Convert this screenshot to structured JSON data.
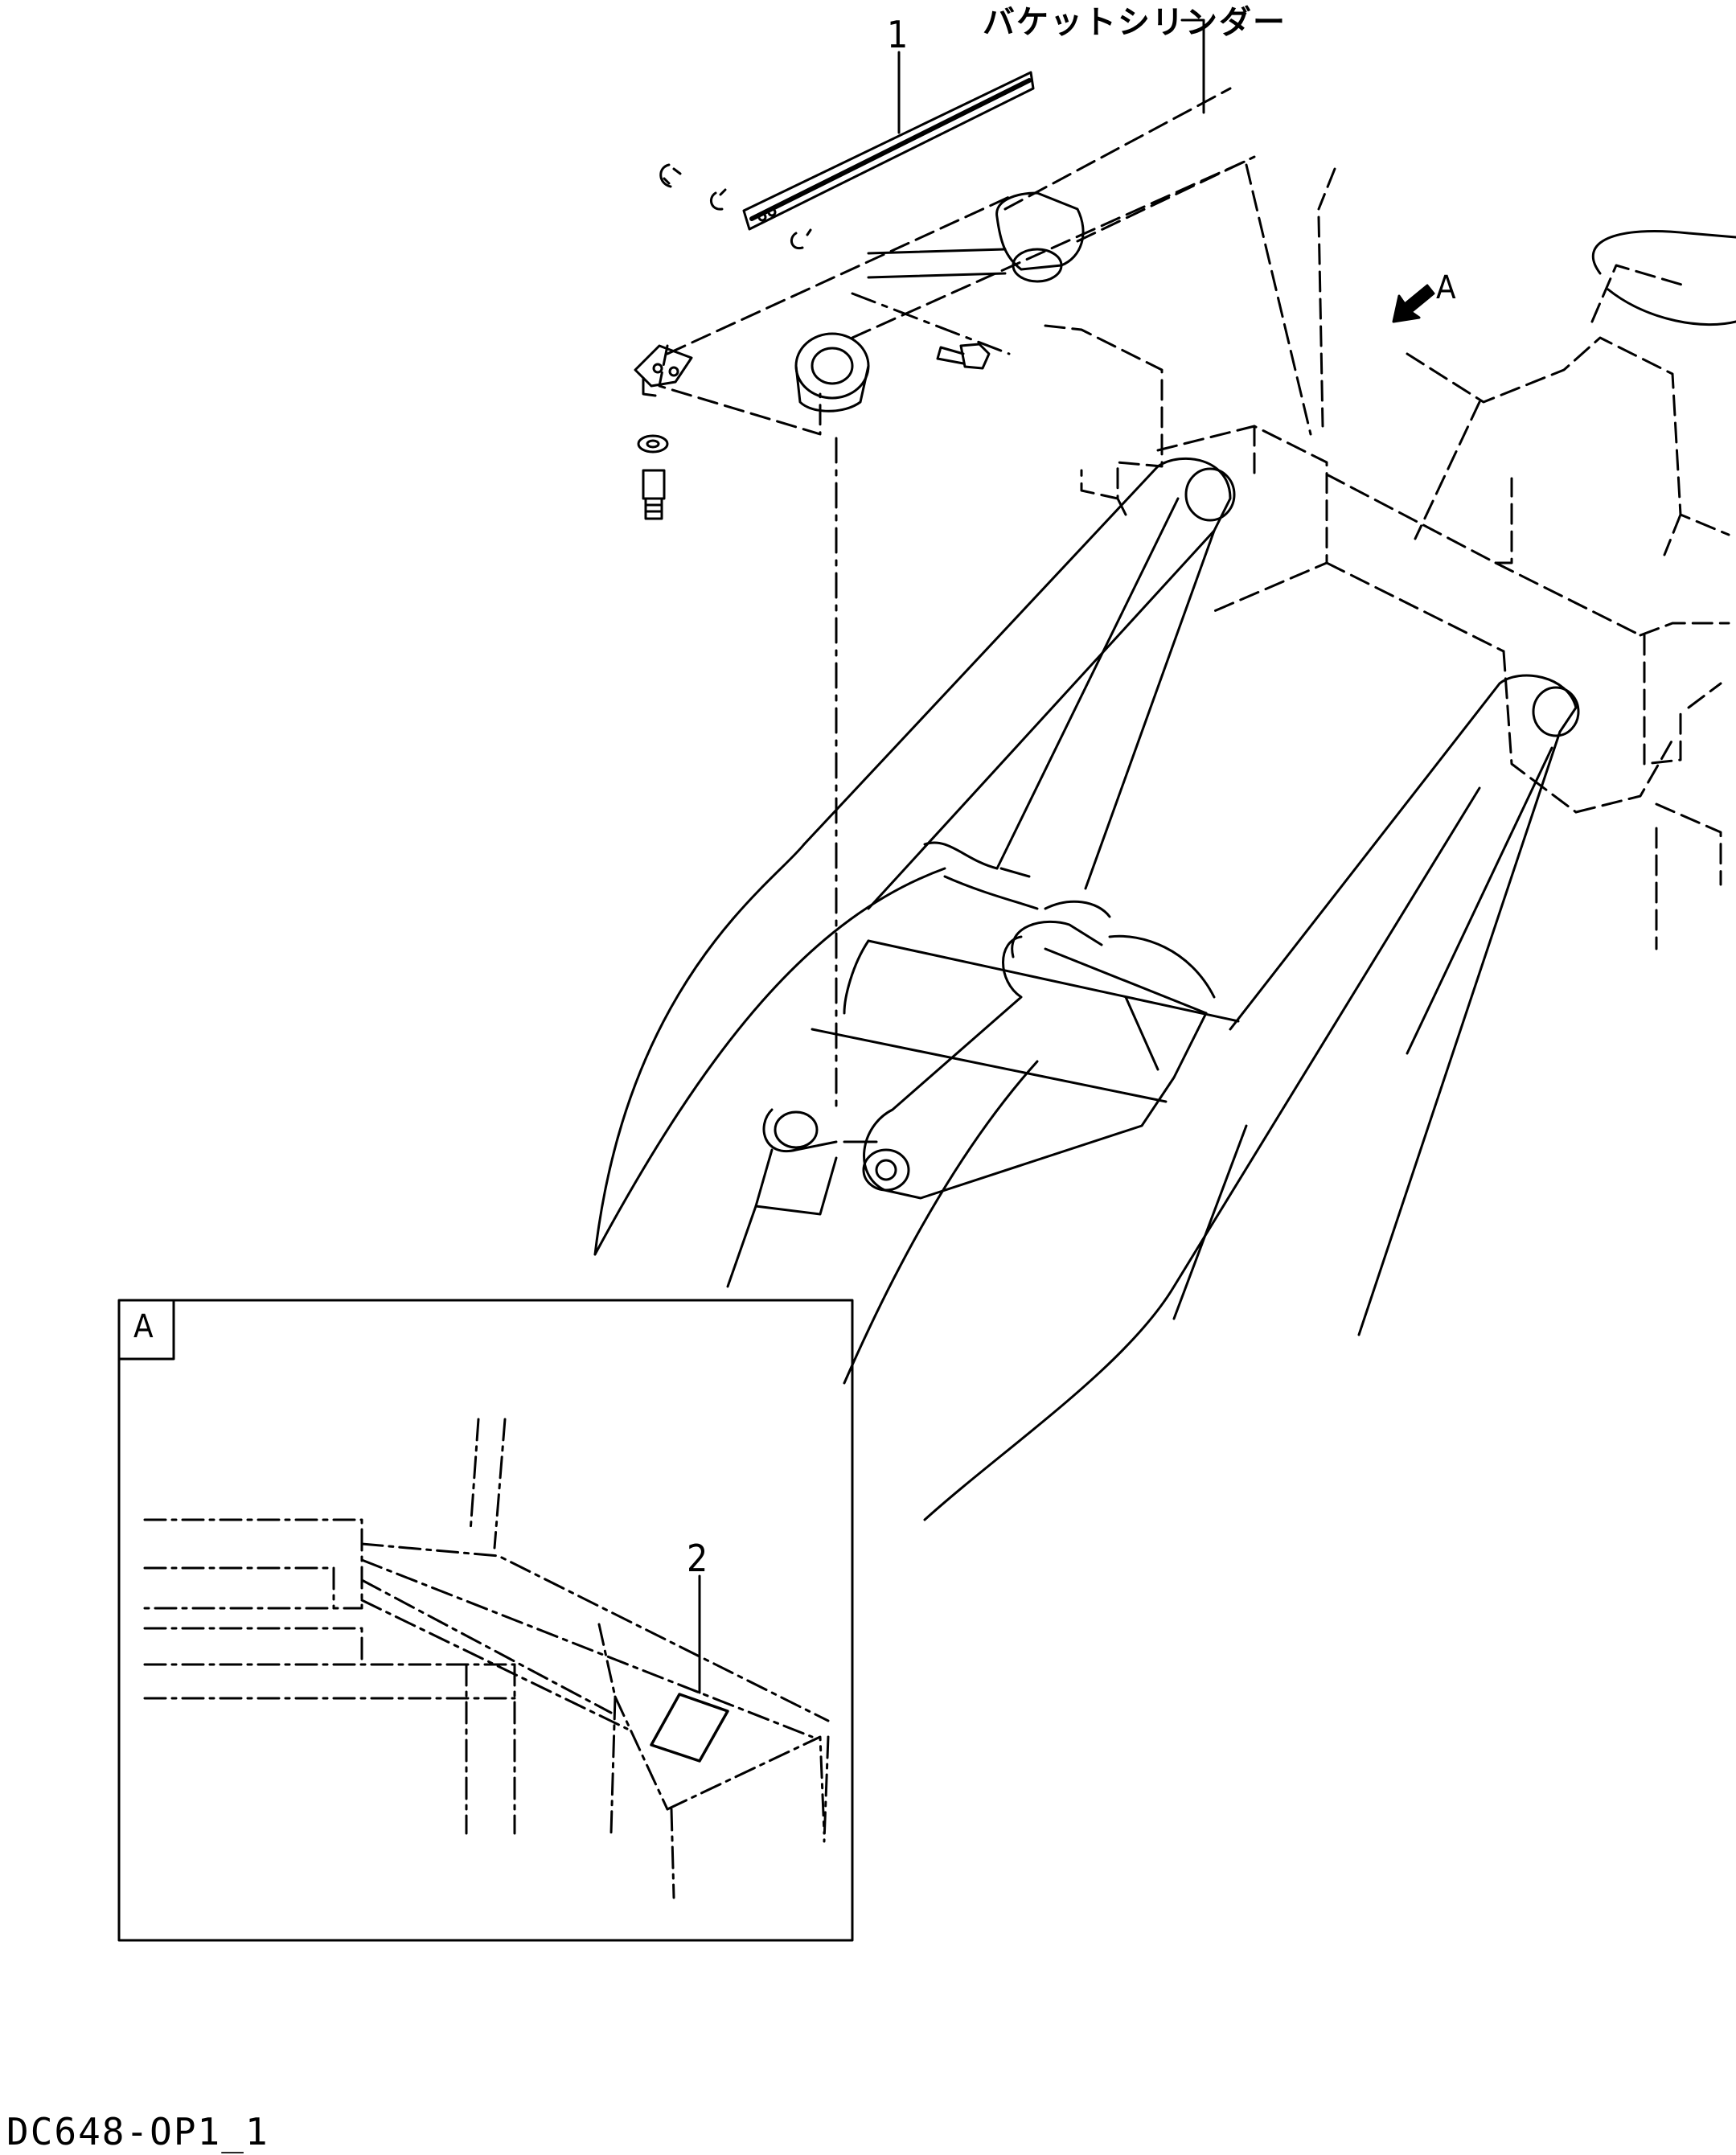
{
  "diagram": {
    "callouts": {
      "part_1": "1",
      "part_2": "2"
    },
    "cylinder_label": "バケットシリンダー",
    "view_arrow_label": "A",
    "detail_view_label": "A",
    "drawing_code": "DC648-OP1_1"
  }
}
